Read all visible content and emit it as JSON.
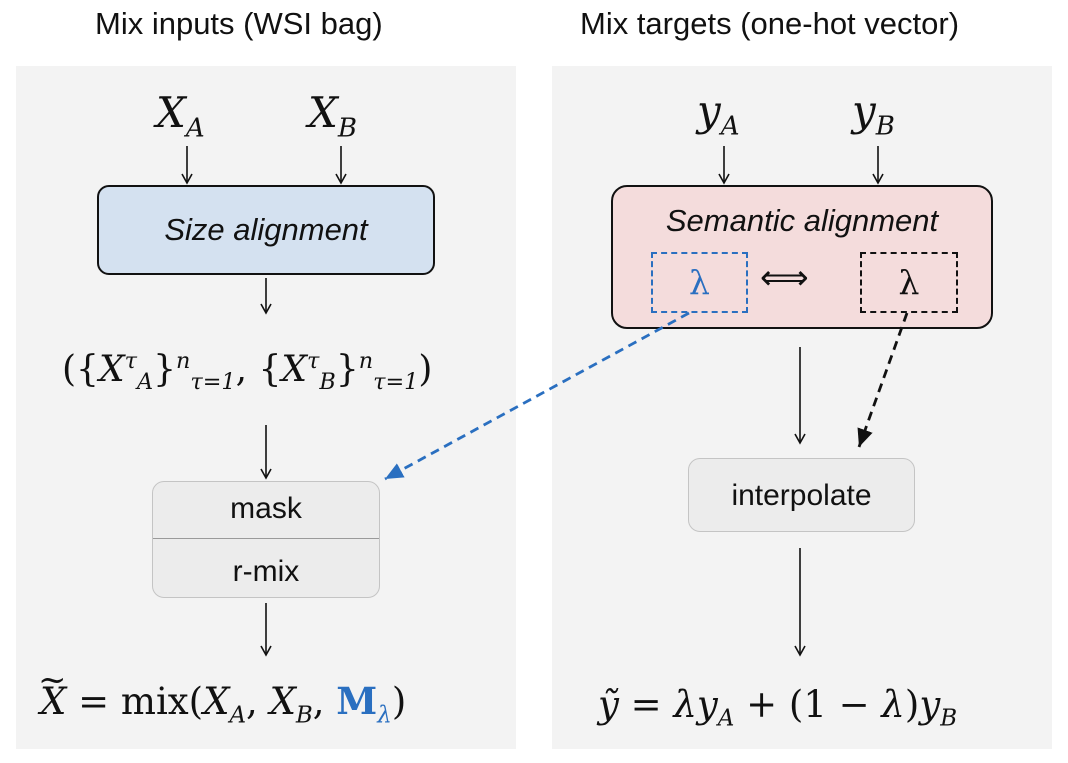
{
  "headings": {
    "inputs": "Mix inputs (WSI bag)",
    "targets": "Mix targets (one-hot vector)"
  },
  "inputs": {
    "xa": {
      "base": "X",
      "sub": "A"
    },
    "xb": {
      "base": "X",
      "sub": "B"
    },
    "size_alignment": "Size alignment",
    "sets": {
      "sup": "τ",
      "sub_a": "A",
      "sub_b": "B",
      "n": "n",
      "range": "τ=1"
    },
    "ops": [
      "mask",
      "r-mix"
    ],
    "output": {
      "lhs": "X",
      "mix": "mix",
      "sub_a": "A",
      "sub_b": "B",
      "mask": "M",
      "mask_sub": "λ"
    }
  },
  "targets": {
    "ya": {
      "base": "y",
      "sub": "A"
    },
    "yb": {
      "base": "y",
      "sub": "B"
    },
    "semantic_alignment": "Semantic alignment",
    "lambda": "λ",
    "iff": "⟺",
    "interpolate": "interpolate",
    "output": {
      "lhs": "ỹ",
      "lambda": "λ",
      "sub_a": "A",
      "sub_b": "B",
      "one": "1"
    }
  },
  "colors": {
    "panel": "#f3f3f3",
    "size_box": "#d4e1f0",
    "semantic_box": "#f4dcdc",
    "accent_blue": "#2a6fc0",
    "op_box": "#ececec"
  }
}
